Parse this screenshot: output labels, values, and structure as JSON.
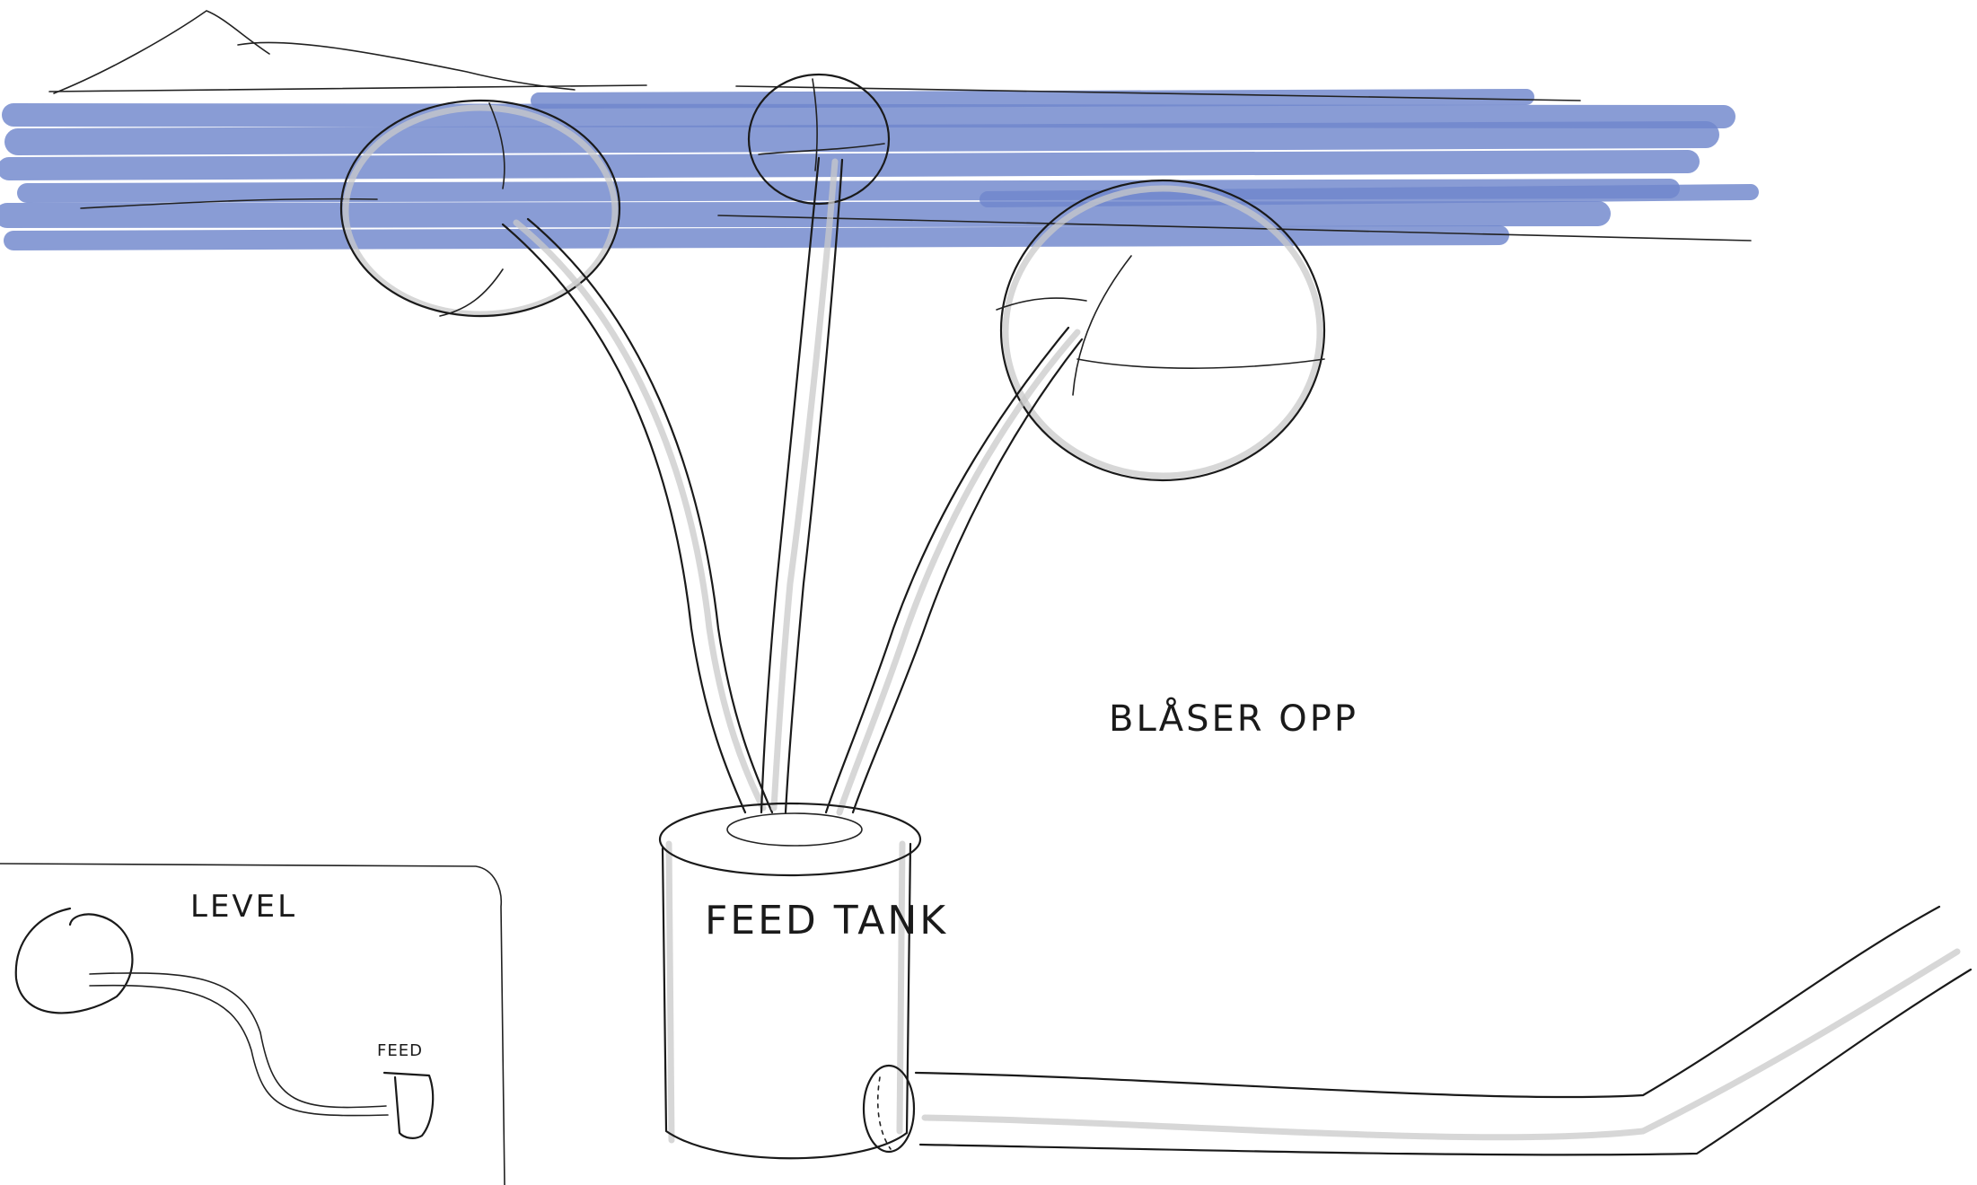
{
  "labels": {
    "tank": "FEED TANK",
    "annotation": "BLÅSER OPP",
    "inset_title": "LEVEL",
    "inset_feed": "FEED"
  },
  "colors": {
    "water": "#6f86cc",
    "ink": "#1a1a1a",
    "shading": "#c9c9c9",
    "background": "#ffffff"
  }
}
